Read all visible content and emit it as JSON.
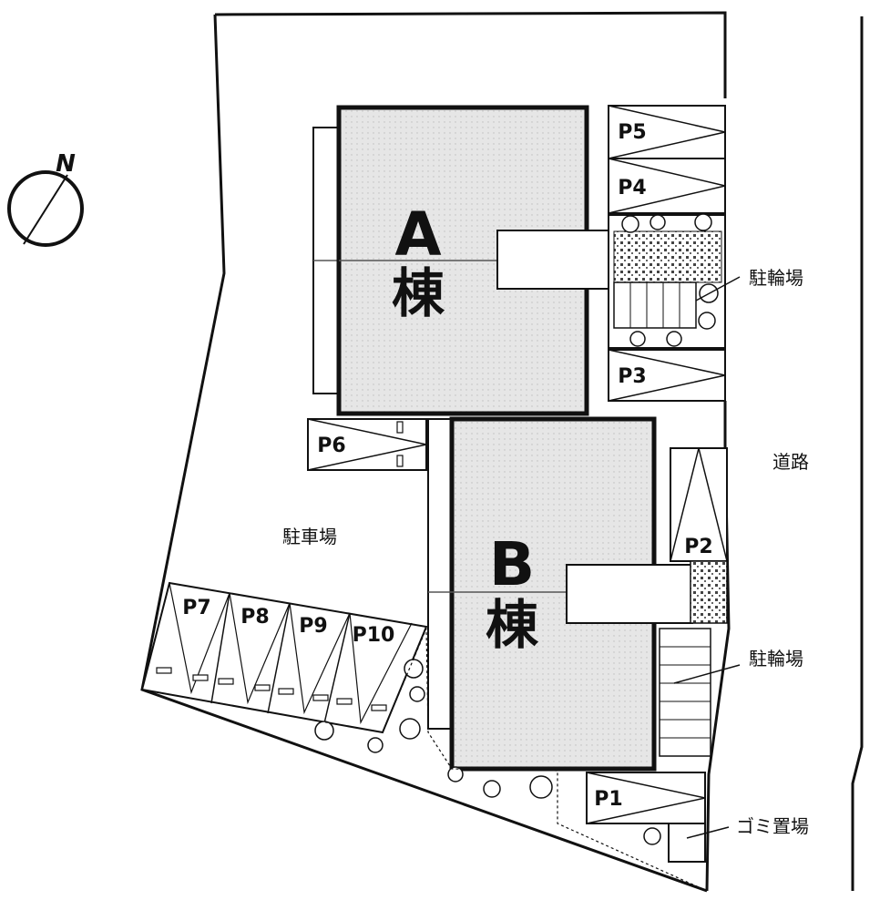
{
  "compass": {
    "north_label": "N"
  },
  "buildings": {
    "a": {
      "letter": "A",
      "suffix": "棟"
    },
    "b": {
      "letter": "B",
      "suffix": "棟"
    }
  },
  "parking": {
    "p1": "P1",
    "p2": "P2",
    "p3": "P3",
    "p4": "P4",
    "p5": "P5",
    "p6": "P6",
    "p7": "P7",
    "p8": "P8",
    "p9": "P9",
    "p10": "P10"
  },
  "labels": {
    "bike_parking_north": "駐輪場",
    "bike_parking_south": "駐輪場",
    "road": "道路",
    "parking_lot": "駐車場",
    "garbage": "ゴミ置場"
  },
  "colors": {
    "building_fill": "#e4e4e4",
    "line": "#111111",
    "background": "#ffffff"
  }
}
